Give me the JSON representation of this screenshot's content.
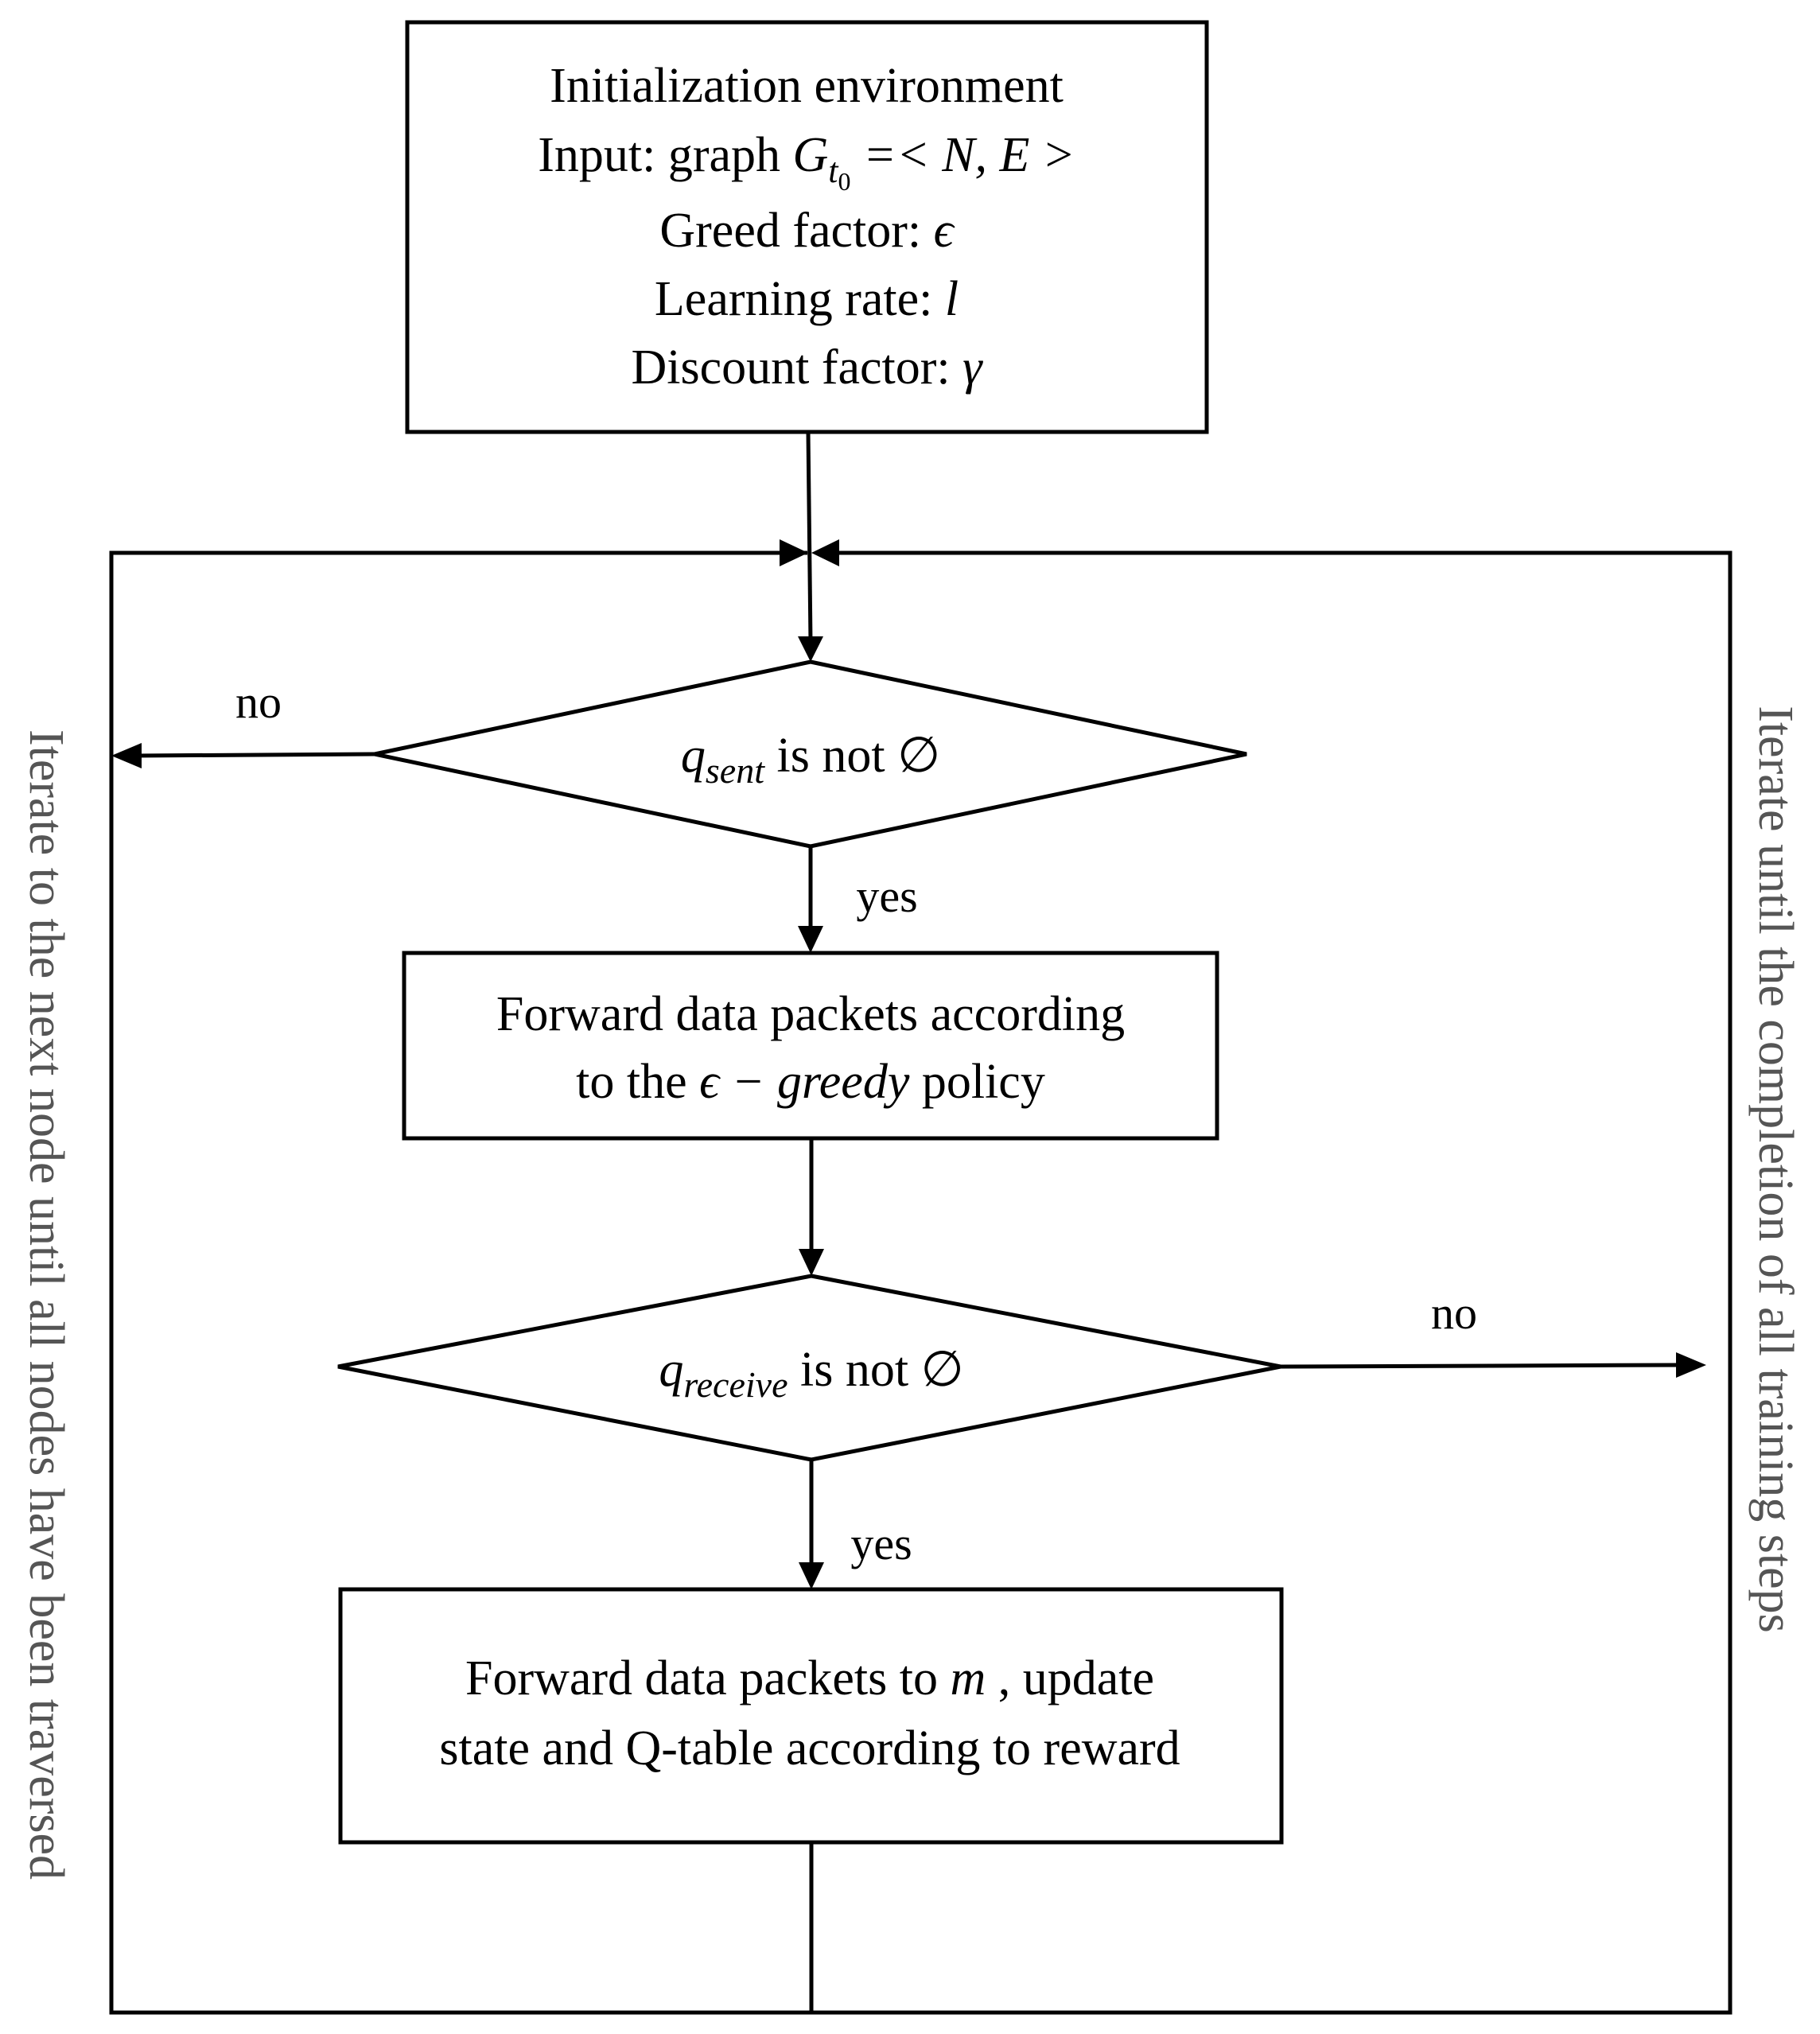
{
  "init_box": {
    "line1": "Initialization environment",
    "line2_prefix": "Input: graph ",
    "line2_var": "G",
    "line2_sub": "t",
    "line2_subsub": "0",
    "line2_suffix": " =< N, E >",
    "line3_prefix": "Greed factor: ",
    "line3_var": "ϵ",
    "line4_prefix": "Learning rate: ",
    "line4_var": "l",
    "line5_prefix": "Discount factor: ",
    "line5_var": "γ"
  },
  "decision1": {
    "var": "q",
    "sub": "sent",
    "text": " is not ∅",
    "no_label": "no",
    "yes_label": "yes"
  },
  "process1": {
    "line1": "Forward data packets according",
    "line2_prefix": "to the ",
    "line2_math": "ϵ − greedy",
    "line2_suffix": " policy"
  },
  "decision2": {
    "var": "q",
    "sub": "receive",
    "text": " is not ∅",
    "no_label": "no",
    "yes_label": "yes"
  },
  "process2": {
    "line1_prefix": "Forward data packets to ",
    "line1_var": "m",
    "line1_suffix": " , update",
    "line2": "state and Q-table according to reward"
  },
  "left_label": "Iterate to the next node until all nodes have been traversed",
  "right_label": "Iterate until the completion of all training steps"
}
